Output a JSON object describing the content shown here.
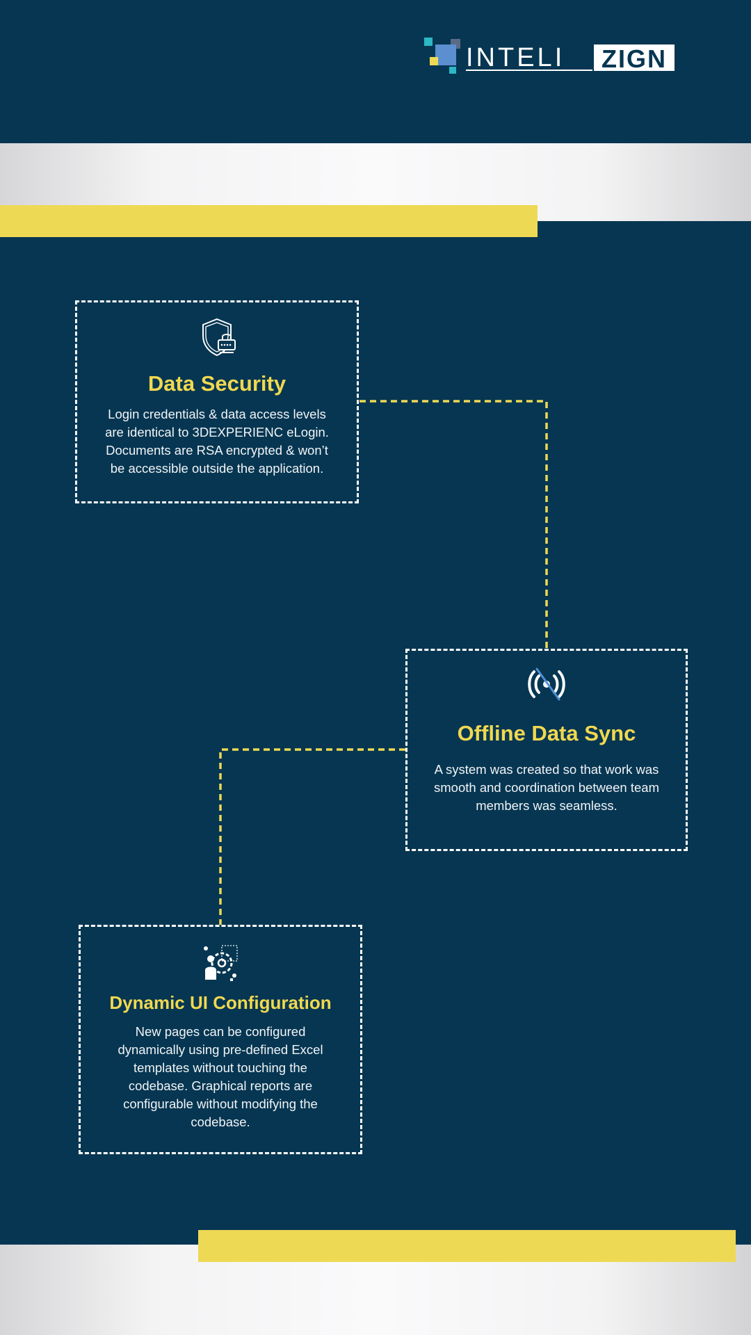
{
  "brand": {
    "name_left": "INTELI",
    "name_right": "ZIGN",
    "colors": {
      "background": "#063652",
      "accent": "#eed955",
      "card_border": "#ffffff",
      "title": "#f0d84f"
    }
  },
  "cards": [
    {
      "icon": "shield-lock-icon",
      "title": "Data Security",
      "lines": [
        "Login credentials & data access levels",
        "are identical to 3DEXPERIENC eLogin.",
        "Documents are RSA encrypted & won’t",
        "be accessible outside the application."
      ]
    },
    {
      "icon": "wireless-off-icon",
      "title": "Offline Data Sync",
      "lines": [
        "A system was created so that work was",
        "smooth and coordination between team",
        "members was seamless."
      ]
    },
    {
      "icon": "user-gear-settings-icon",
      "title": "Dynamic UI Configuration",
      "lines": [
        "New pages can be configured",
        "dynamically using pre-defined Excel",
        "templates without touching the",
        "codebase. Graphical reports are",
        "configurable without modifying the",
        "codebase."
      ]
    }
  ]
}
